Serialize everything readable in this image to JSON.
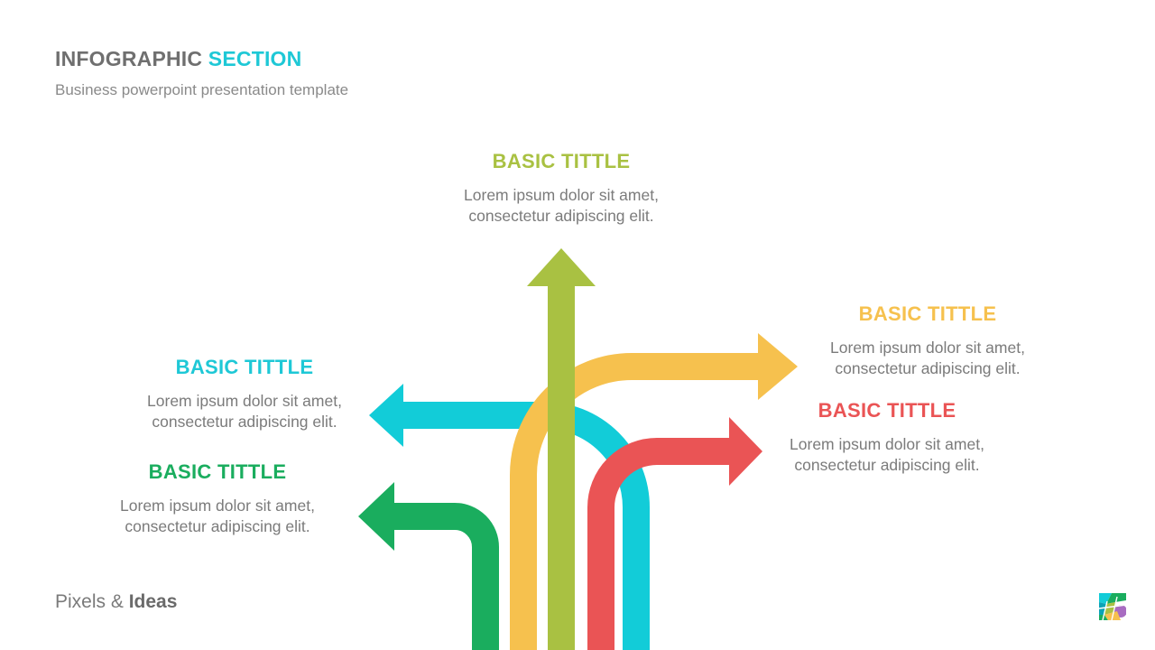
{
  "header": {
    "title_main": "INFOGRAPHIC",
    "title_accent": "SECTION",
    "subtitle": "Business powerpoint presentation template"
  },
  "colors": {
    "accent": "#1ec8d6",
    "lime": "#a9c142",
    "yellow": "#f6c14e",
    "cyan": "#12ccd8",
    "red": "#ea5455",
    "green": "#1aad5e"
  },
  "blocks": {
    "top": {
      "title": "BASIC TITTLE",
      "line1": "Lorem ipsum dolor sit amet,",
      "line2": "consectetur adipiscing elit."
    },
    "right_upper": {
      "title": "BASIC TITTLE",
      "line1": "Lorem ipsum dolor sit amet,",
      "line2": "consectetur adipiscing elit."
    },
    "right_lower": {
      "title": "BASIC TITTLE",
      "line1": "Lorem ipsum dolor sit amet,",
      "line2": "consectetur adipiscing elit."
    },
    "left_upper": {
      "title": "BASIC TITTLE",
      "line1": "Lorem ipsum dolor sit amet,",
      "line2": "consectetur adipiscing elit."
    },
    "left_lower": {
      "title": "BASIC TITTLE",
      "line1": "Lorem ipsum dolor sit amet,",
      "line2": "consectetur adipiscing elit."
    }
  },
  "footer": {
    "brand_regular": "Pixels &",
    "brand_bold": "Ideas",
    "logo_icon": "brand-mosaic-logo-icon"
  }
}
